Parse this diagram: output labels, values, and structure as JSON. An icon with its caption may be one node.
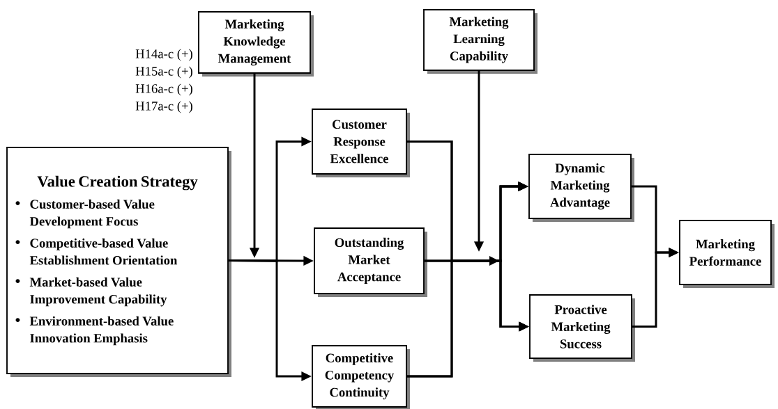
{
  "diagram": {
    "nodes": [
      {
        "text": [
          "Marketing Knowledge Management"
        ]
      },
      {
        "text": [
          "Marketing Learning Capability"
        ]
      },
      {
        "text": [
          "Value Creation Strategy",
          "Customer-based Value Development Focus",
          "Competitive-based Value Establishment Orientation",
          "Market-based Value Improvement Capability",
          "Environment-based Value Innovation Emphasis"
        ]
      },
      {
        "text": [
          "Customer Response Excellence"
        ]
      },
      {
        "text": [
          "Outstanding Market Acceptance"
        ]
      },
      {
        "text": [
          "Competitive Competency Continuity"
        ]
      },
      {
        "text": [
          "Dynamic Marketing Advantage"
        ]
      },
      {
        "text": [
          "Proactive Marketing Success"
        ]
      },
      {
        "text": [
          "Marketing Performance"
        ]
      }
    ],
    "edges": [
      {
        "from": 0,
        "to": null,
        "arrow": "to"
      },
      {
        "from": 1,
        "to": null,
        "arrow": "to"
      },
      {
        "from": 2,
        "to": 3,
        "arrow": "to"
      },
      {
        "from": 2,
        "to": 4,
        "arrow": "to"
      },
      {
        "from": 2,
        "to": 5,
        "arrow": "to"
      },
      {
        "from": 3,
        "to": 6,
        "arrow": "to"
      },
      {
        "from": 3,
        "to": 7,
        "arrow": "to"
      },
      {
        "from": 4,
        "to": 6,
        "arrow": "to"
      },
      {
        "from": 4,
        "to": 7,
        "arrow": "to"
      },
      {
        "from": 5,
        "to": 6,
        "arrow": "to"
      },
      {
        "from": 5,
        "to": 7,
        "arrow": "to"
      },
      {
        "from": 6,
        "to": 8,
        "arrow": "to"
      },
      {
        "from": 7,
        "to": 8,
        "arrow": "to"
      }
    ],
    "labels": [
      "H14a-c (+)",
      "H15a-c (+)",
      "H16a-c (+)",
      "H17a-c (+)"
    ]
  }
}
